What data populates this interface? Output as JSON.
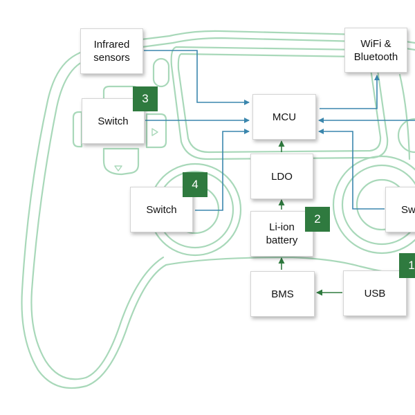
{
  "colors": {
    "outline": "#a8d8b9",
    "arrow_blue": "#3a86ad",
    "arrow_green": "#2f7a3f",
    "badge": "#2f7a3f"
  },
  "blocks": {
    "infrared": "Infrared\nsensors",
    "wifi": "WiFi &\nBluetooth",
    "mcu": "MCU",
    "switch_left": "Switch",
    "ldo": "LDO",
    "switch_mid": "Switch",
    "switch_right": "Sw",
    "battery": "Li-ion\nbattery",
    "bms": "BMS",
    "usb": "USB"
  },
  "badges": {
    "usb": "1",
    "battery": "2",
    "switch_left": "3",
    "switch_mid": "4"
  }
}
